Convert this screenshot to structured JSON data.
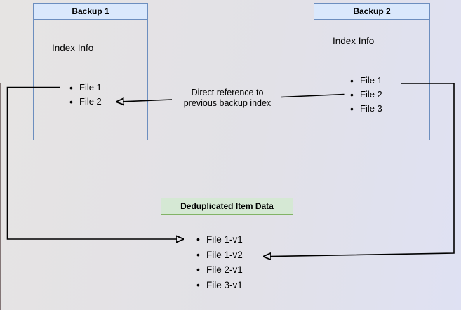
{
  "canvas": {
    "background_left": "#e6e4e3",
    "background_right": "#dfe1f3"
  },
  "colors": {
    "backup_fill": "#dae8fc",
    "backup_border": "#6c8ebf",
    "dedup_fill": "#d5e8d4",
    "dedup_border": "#82b366",
    "arrow": "#000000",
    "text": "#000000"
  },
  "nodes": {
    "backup1": {
      "title": "Backup 1",
      "subtitle": "Index Info",
      "files": [
        "File 1",
        "File 2"
      ]
    },
    "backup2": {
      "title": "Backup 2",
      "subtitle": "Index Info",
      "files": [
        "File 1",
        "File 2",
        "File 3"
      ]
    },
    "dedup": {
      "title": "Deduplicated Item Data",
      "files": [
        "File 1-v1",
        "File 1-v2",
        "File 2-v1",
        "File 3-v1"
      ]
    }
  },
  "edges": {
    "direct_reference_label": "Direct reference to\nprevious backup index"
  }
}
